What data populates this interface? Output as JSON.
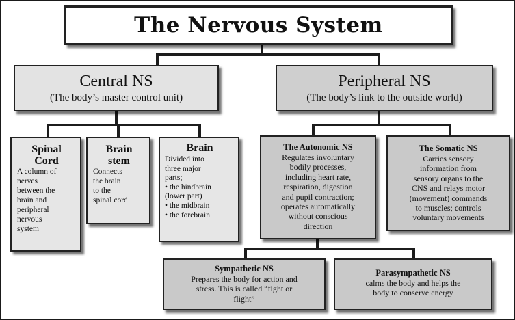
{
  "title": "The Nervous System",
  "central": {
    "heading": "Central NS",
    "subtitle": "(The body’s master control unit)",
    "children": {
      "spinal_cord": {
        "heading_line1": "Spinal",
        "heading_line2": "Cord",
        "lines": [
          "A column of",
          "nerves",
          "between the",
          "brain and",
          "peripheral",
          "nervous",
          "system"
        ]
      },
      "brain_stem": {
        "heading_line1": "Brain",
        "heading_line2": "stem",
        "lines": [
          "Connects",
          "the brain",
          "to the",
          "spinal cord"
        ]
      },
      "brain": {
        "heading": "Brain",
        "lines": [
          "Divided into",
          "three major",
          "parts;",
          "• the hindbrain",
          "(lower part)",
          "• the midbrain",
          "• the forebrain"
        ]
      }
    }
  },
  "peripheral": {
    "heading": "Peripheral NS",
    "subtitle": "(The body’s link to the outside world)",
    "autonomic": {
      "heading": "The Autonomic NS",
      "lines": [
        "Regulates involuntary",
        "bodily processes,",
        "including heart rate,",
        "respiration, digestion",
        "and  pupil contraction;",
        "operates automatically",
        "without conscious",
        "direction"
      ]
    },
    "somatic": {
      "heading": "The Somatic NS",
      "lines": [
        "Carries sensory",
        "information from",
        "sensory organs to the",
        "CNS and relays motor",
        "(movement) commands",
        "to muscles; controls",
        "voluntary movements"
      ]
    },
    "sympathetic": {
      "heading": "Sympathetic  NS",
      "lines": [
        "Prepares the body for action and",
        "stress. This is called “fight or",
        "flight”"
      ]
    },
    "parasympathetic": {
      "heading": "Parasympathetic NS",
      "lines": [
        "calms the body and helps the",
        "body to conserve energy"
      ]
    }
  }
}
